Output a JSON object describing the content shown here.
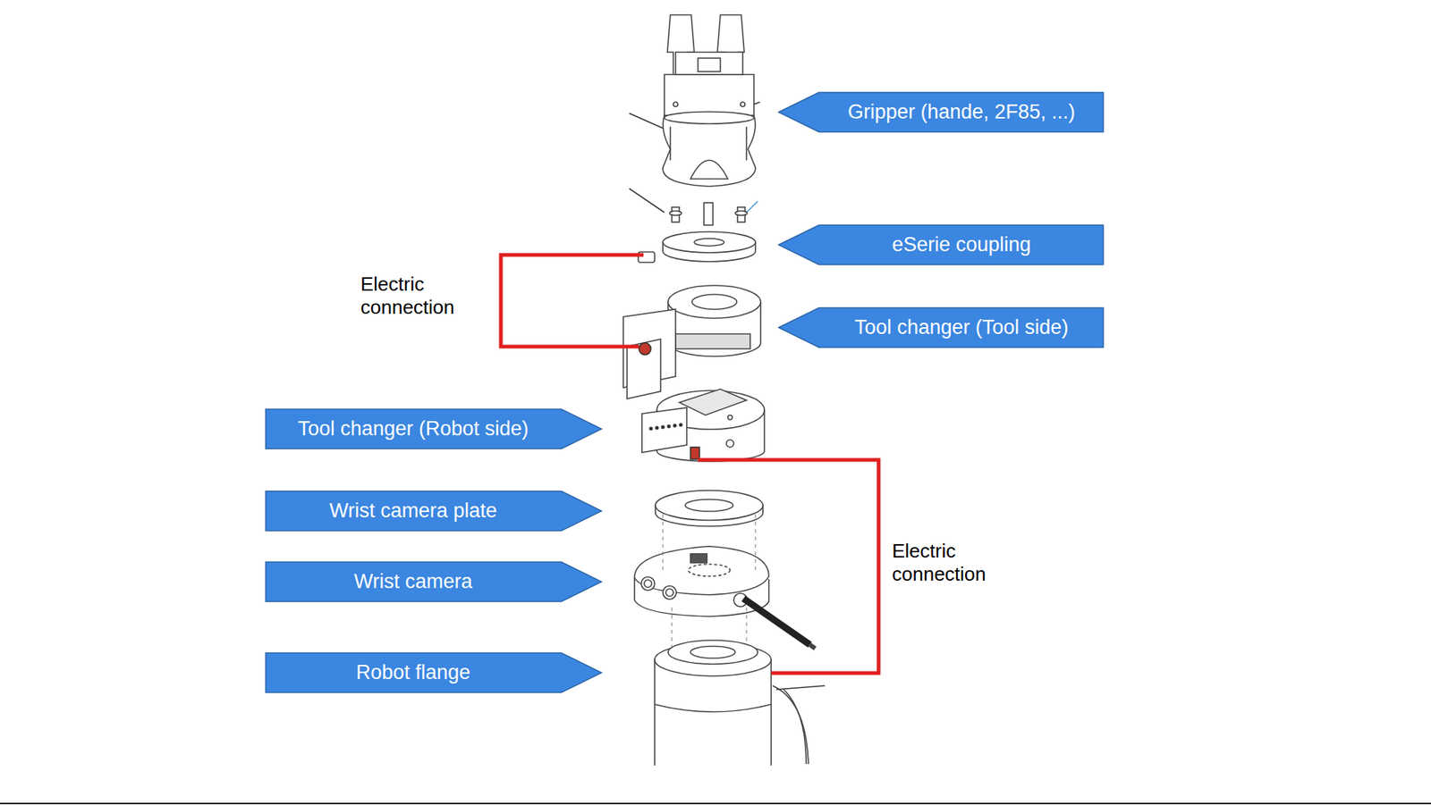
{
  "diagram": {
    "nodes": [
      {
        "text": [
          "Gripper (hande, 2F85, ...)"
        ]
      },
      {
        "text": [
          "eSerie coupling"
        ]
      },
      {
        "text": [
          "Tool changer (Tool side)"
        ]
      },
      {
        "text": [
          "Tool changer (Robot side)"
        ]
      },
      {
        "text": [
          "Wrist camera plate"
        ]
      },
      {
        "text": [
          "Wrist camera"
        ]
      },
      {
        "text": [
          "Robot flange"
        ]
      }
    ],
    "labels": [
      "Electric connection",
      "Electric connection"
    ]
  }
}
